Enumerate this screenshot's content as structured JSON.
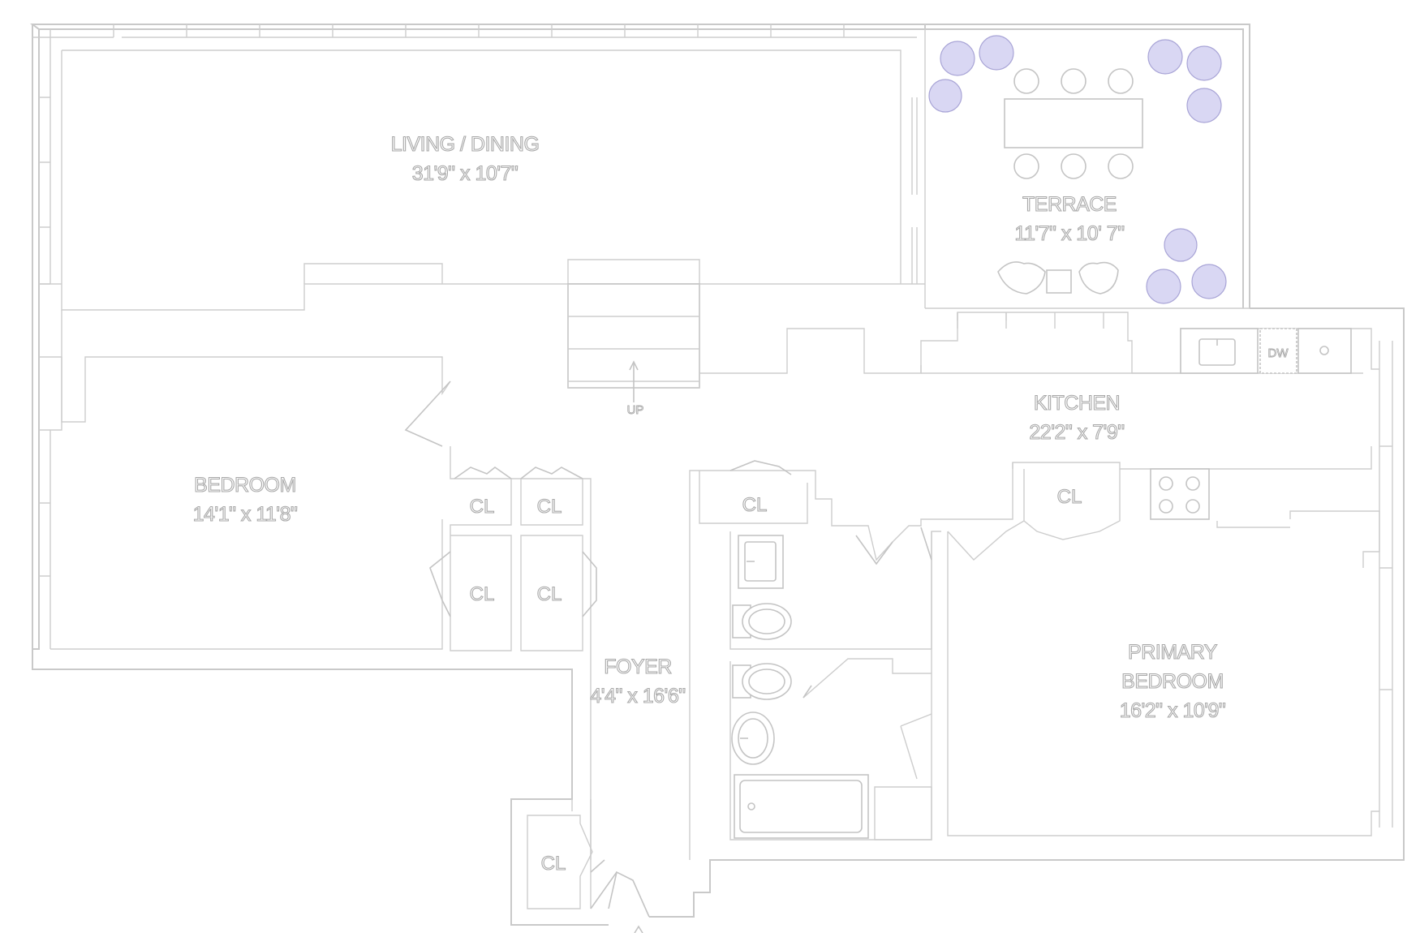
{
  "colors": {
    "plant": "#d9d7f3",
    "wall": "#c9c9c9",
    "label_outline": "#a9a9a9"
  },
  "rooms": {
    "living": {
      "name": "LIVING / DINING",
      "dims": "31'9\" x 10'7\""
    },
    "terrace": {
      "name": "TERRACE",
      "dims": "11'7\" x 10' 7\""
    },
    "kitchen": {
      "name": "KITCHEN",
      "dims": "22'2\" x 7'9\""
    },
    "bedroom": {
      "name": "BEDROOM",
      "dims": "14'1\" x 11'8\""
    },
    "foyer": {
      "name": "FOYER",
      "dims": "4'4\" x 16'6\""
    },
    "primary": {
      "name_line1": "PRIMARY",
      "name_line2": "BEDROOM",
      "dims": "16'2\" x 10'9\""
    }
  },
  "closet_label": "CL",
  "stair_label": "UP",
  "dishwasher_label": "DW",
  "icons": [
    "stair-arrow-icon",
    "sink-icon",
    "range-burner-icon",
    "toilet-icon",
    "bathtub-icon",
    "plant-icon",
    "chair-icon",
    "table-icon"
  ]
}
